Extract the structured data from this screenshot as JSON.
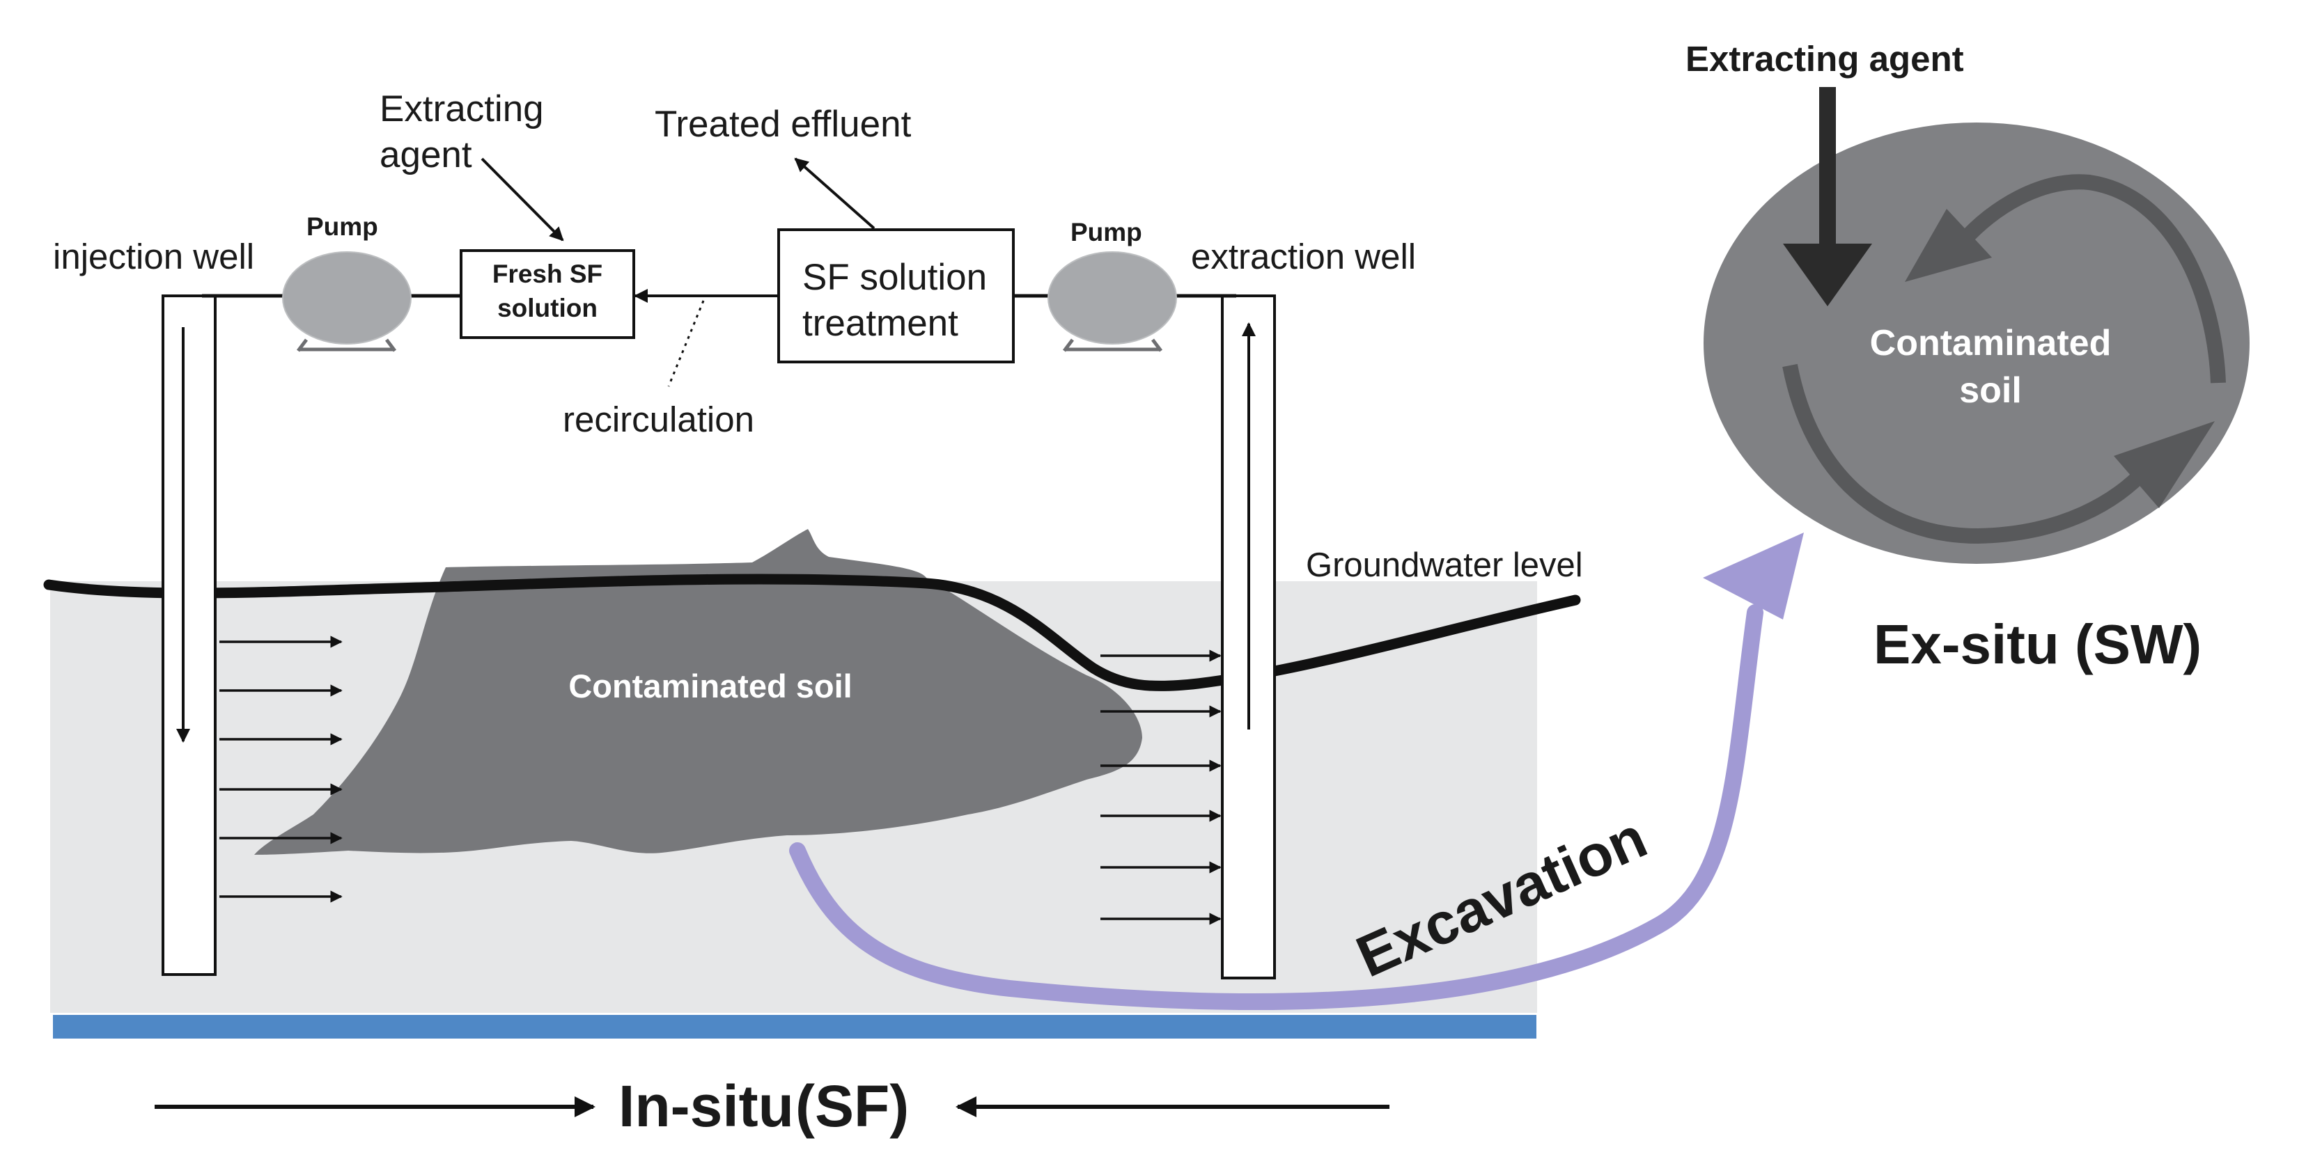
{
  "in_situ": {
    "labels": {
      "extracting_agent_line1": "Extracting",
      "extracting_agent_line2": "agent",
      "treated_effluent": "Treated effluent",
      "injection_well": "injection well",
      "extraction_well": "extraction well",
      "pump_left": "Pump",
      "pump_right": "Pump",
      "fresh_sf_line1": "Fresh SF",
      "fresh_sf_line2": "solution",
      "sf_treatment_line1": "SF solution",
      "sf_treatment_line2": "treatment",
      "recirculation": "recirculation",
      "groundwater_level": "Groundwater level",
      "contaminated_soil": "Contaminated soil",
      "caption_main": "In-situ",
      "caption_tag": "(SF)"
    },
    "colors": {
      "soil_zone": "#e6e7e8",
      "plume": "#77787b",
      "bedrock": "#4f88c6",
      "pump": "#a7a9ac",
      "groundwater_line": "#111111"
    }
  },
  "ex_situ": {
    "labels": {
      "extracting_agent": "Extracting agent",
      "contaminated_soil_line1": "Contaminated",
      "contaminated_soil_line2": "soil",
      "caption": "Ex-situ (SW)"
    },
    "colors": {
      "soil_ellipse": "#808184",
      "cycle_arrow": "#58595b",
      "agent_arrow": "#2b2b2b"
    }
  },
  "excavation": {
    "label": "Excavation",
    "color": "#a19ad4"
  }
}
